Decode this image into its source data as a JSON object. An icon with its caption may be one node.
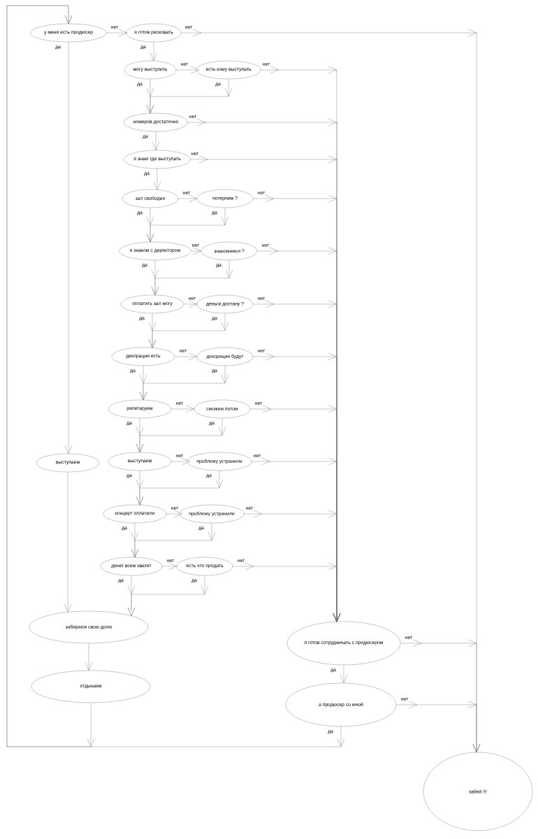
{
  "diagram": {
    "nodes": [
      {
        "text": [
          "у меня есть продюсер"
        ]
      },
      {
        "text": [
          "я готов рисковать"
        ]
      },
      {
        "text": [
          "могу выступить"
        ]
      },
      {
        "text": [
          "есть кому выступать"
        ]
      },
      {
        "text": [
          "номеров достаточно"
        ]
      },
      {
        "text": [
          "я знаю где выступать"
        ]
      },
      {
        "text": [
          "зал свободен"
        ]
      },
      {
        "text": [
          "потерпим ?"
        ]
      },
      {
        "text": [
          "я знаком с директором"
        ]
      },
      {
        "text": [
          "знакомимся ?"
        ]
      },
      {
        "text": [
          "оплатить зал могу"
        ]
      },
      {
        "text": [
          "деньги достану ?"
        ]
      },
      {
        "text": [
          "декорации есть"
        ]
      },
      {
        "text": [
          "декорации будут"
        ]
      },
      {
        "text": [
          "репетируем"
        ]
      },
      {
        "text": [
          "сможем потом"
        ]
      },
      {
        "text": [
          "выступаем"
        ]
      },
      {
        "text": [
          "выступаем"
        ]
      },
      {
        "text": [
          "проблему устранили"
        ]
      },
      {
        "text": [
          "концерт оплатили"
        ]
      },
      {
        "text": [
          "проблему устранили"
        ]
      },
      {
        "text": [
          "денег всем хватит"
        ]
      },
      {
        "text": [
          "есть что продать"
        ]
      },
      {
        "text": [
          "забираем свою долю"
        ]
      },
      {
        "text": [
          "отдыхаем"
        ]
      },
      {
        "text": [
          "я готов сотрудничать с продюсером"
        ]
      },
      {
        "text": [
          "а продюсер со мной"
        ]
      },
      {
        "text": [
          "забей !!!"
        ]
      }
    ],
    "edges": [
      {
        "from": 0,
        "to": 1,
        "arrow": "to",
        "label": "нет"
      },
      {
        "from": 0,
        "to": 16,
        "arrow": "to",
        "label": "да"
      },
      {
        "from": 1,
        "to": 27,
        "arrow": "to",
        "label": "нет"
      },
      {
        "from": 1,
        "to": 2,
        "arrow": "to",
        "label": "да"
      },
      {
        "from": 2,
        "to": 3,
        "arrow": "to",
        "label": "нет"
      },
      {
        "from": 2,
        "to": 4,
        "arrow": "to",
        "label": "да"
      },
      {
        "from": 3,
        "to": 4,
        "arrow": "to",
        "label": "да"
      },
      {
        "from": 3,
        "to": 25,
        "arrow": "to",
        "label": "нет"
      },
      {
        "from": 4,
        "to": 25,
        "arrow": "to",
        "label": "нет"
      },
      {
        "from": 4,
        "to": 5,
        "arrow": "to",
        "label": "да"
      },
      {
        "from": 5,
        "to": 25,
        "arrow": "to",
        "label": "нет"
      },
      {
        "from": 5,
        "to": 6,
        "arrow": "to",
        "label": "да"
      },
      {
        "from": 6,
        "to": 7,
        "arrow": "to",
        "label": "нет"
      },
      {
        "from": 6,
        "to": 8,
        "arrow": "to",
        "label": "да"
      },
      {
        "from": 7,
        "to": 8,
        "arrow": "to",
        "label": "да"
      },
      {
        "from": 7,
        "to": 25,
        "arrow": "to",
        "label": "нет"
      },
      {
        "from": 8,
        "to": 9,
        "arrow": "to",
        "label": "нет"
      },
      {
        "from": 8,
        "to": 10,
        "arrow": "to",
        "label": "да"
      },
      {
        "from": 9,
        "to": 10,
        "arrow": "to",
        "label": "да"
      },
      {
        "from": 9,
        "to": 25,
        "arrow": "to",
        "label": "нет"
      },
      {
        "from": 10,
        "to": 11,
        "arrow": "to",
        "label": "нет"
      },
      {
        "from": 10,
        "to": 12,
        "arrow": "to",
        "label": "да"
      },
      {
        "from": 11,
        "to": 12,
        "arrow": "to",
        "label": "да"
      },
      {
        "from": 11,
        "to": 25,
        "arrow": "to",
        "label": "нет"
      },
      {
        "from": 12,
        "to": 13,
        "arrow": "to",
        "label": "нет"
      },
      {
        "from": 12,
        "to": 14,
        "arrow": "to",
        "label": "да"
      },
      {
        "from": 13,
        "to": 14,
        "arrow": "to",
        "label": "да"
      },
      {
        "from": 13,
        "to": 25,
        "arrow": "to",
        "label": "нет"
      },
      {
        "from": 14,
        "to": 15,
        "arrow": "to",
        "label": "нет"
      },
      {
        "from": 14,
        "to": 17,
        "arrow": "to",
        "label": "да"
      },
      {
        "from": 15,
        "to": 17,
        "arrow": "to",
        "label": "да"
      },
      {
        "from": 15,
        "to": 25,
        "arrow": "to",
        "label": "нет"
      },
      {
        "from": 17,
        "to": 18,
        "arrow": "to",
        "label": "нет"
      },
      {
        "from": 17,
        "to": 19,
        "arrow": "to",
        "label": "да"
      },
      {
        "from": 18,
        "to": 19,
        "arrow": "to",
        "label": "да"
      },
      {
        "from": 18,
        "to": 25,
        "arrow": "to",
        "label": "нет"
      },
      {
        "from": 19,
        "to": 20,
        "arrow": "to",
        "label": "нет"
      },
      {
        "from": 19,
        "to": 21,
        "arrow": "to",
        "label": "да"
      },
      {
        "from": 20,
        "to": 21,
        "arrow": "to",
        "label": "да"
      },
      {
        "from": 20,
        "to": 25,
        "arrow": "to",
        "label": "нет"
      },
      {
        "from": 21,
        "to": 22,
        "arrow": "to",
        "label": "нет"
      },
      {
        "from": 21,
        "to": 23,
        "arrow": "to",
        "label": "да"
      },
      {
        "from": 22,
        "to": 23,
        "arrow": "to",
        "label": "да"
      },
      {
        "from": 22,
        "to": 25,
        "arrow": "to",
        "label": "нет"
      },
      {
        "from": 16,
        "to": 23,
        "arrow": "to"
      },
      {
        "from": 23,
        "to": 24,
        "arrow": "to"
      },
      {
        "from": 24,
        "to": 0,
        "arrow": "to"
      },
      {
        "from": 25,
        "to": 26,
        "arrow": "to",
        "label": "да"
      },
      {
        "from": 25,
        "to": 27,
        "arrow": "to",
        "label": "нет"
      },
      {
        "from": 26,
        "to": 27,
        "arrow": "to",
        "label": "нет"
      },
      {
        "from": 26,
        "to": 0,
        "arrow": "to",
        "label": "да"
      }
    ]
  }
}
